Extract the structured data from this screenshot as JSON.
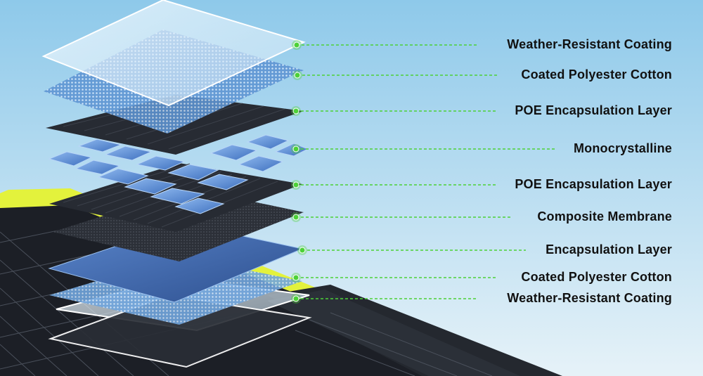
{
  "colors": {
    "sky_top": "#8ec9ea",
    "sky_bottom": "#e6f2f8",
    "leader": "#4cd137",
    "accent_frame": "#d8f23a"
  },
  "layers": [
    {
      "id": "weather-resistant-coating-top",
      "label": "Weather-Resistant Coating"
    },
    {
      "id": "coated-polyester-cotton-top",
      "label": "Coated Polyester Cotton"
    },
    {
      "id": "poe-encapsulation-layer-top",
      "label": "POE Encapsulation Layer"
    },
    {
      "id": "monocrystalline",
      "label": "Monocrystalline"
    },
    {
      "id": "poe-encapsulation-layer-bottom",
      "label": "POE Encapsulation Layer"
    },
    {
      "id": "composite-membrane",
      "label": "Composite Membrane"
    },
    {
      "id": "encapsulation-layer",
      "label": "Encapsulation Layer"
    },
    {
      "id": "coated-polyester-cotton-bottom",
      "label": "Coated Polyester Cotton"
    },
    {
      "id": "weather-resistant-coating-bottom",
      "label": "Weather-Resistant Coating"
    }
  ]
}
